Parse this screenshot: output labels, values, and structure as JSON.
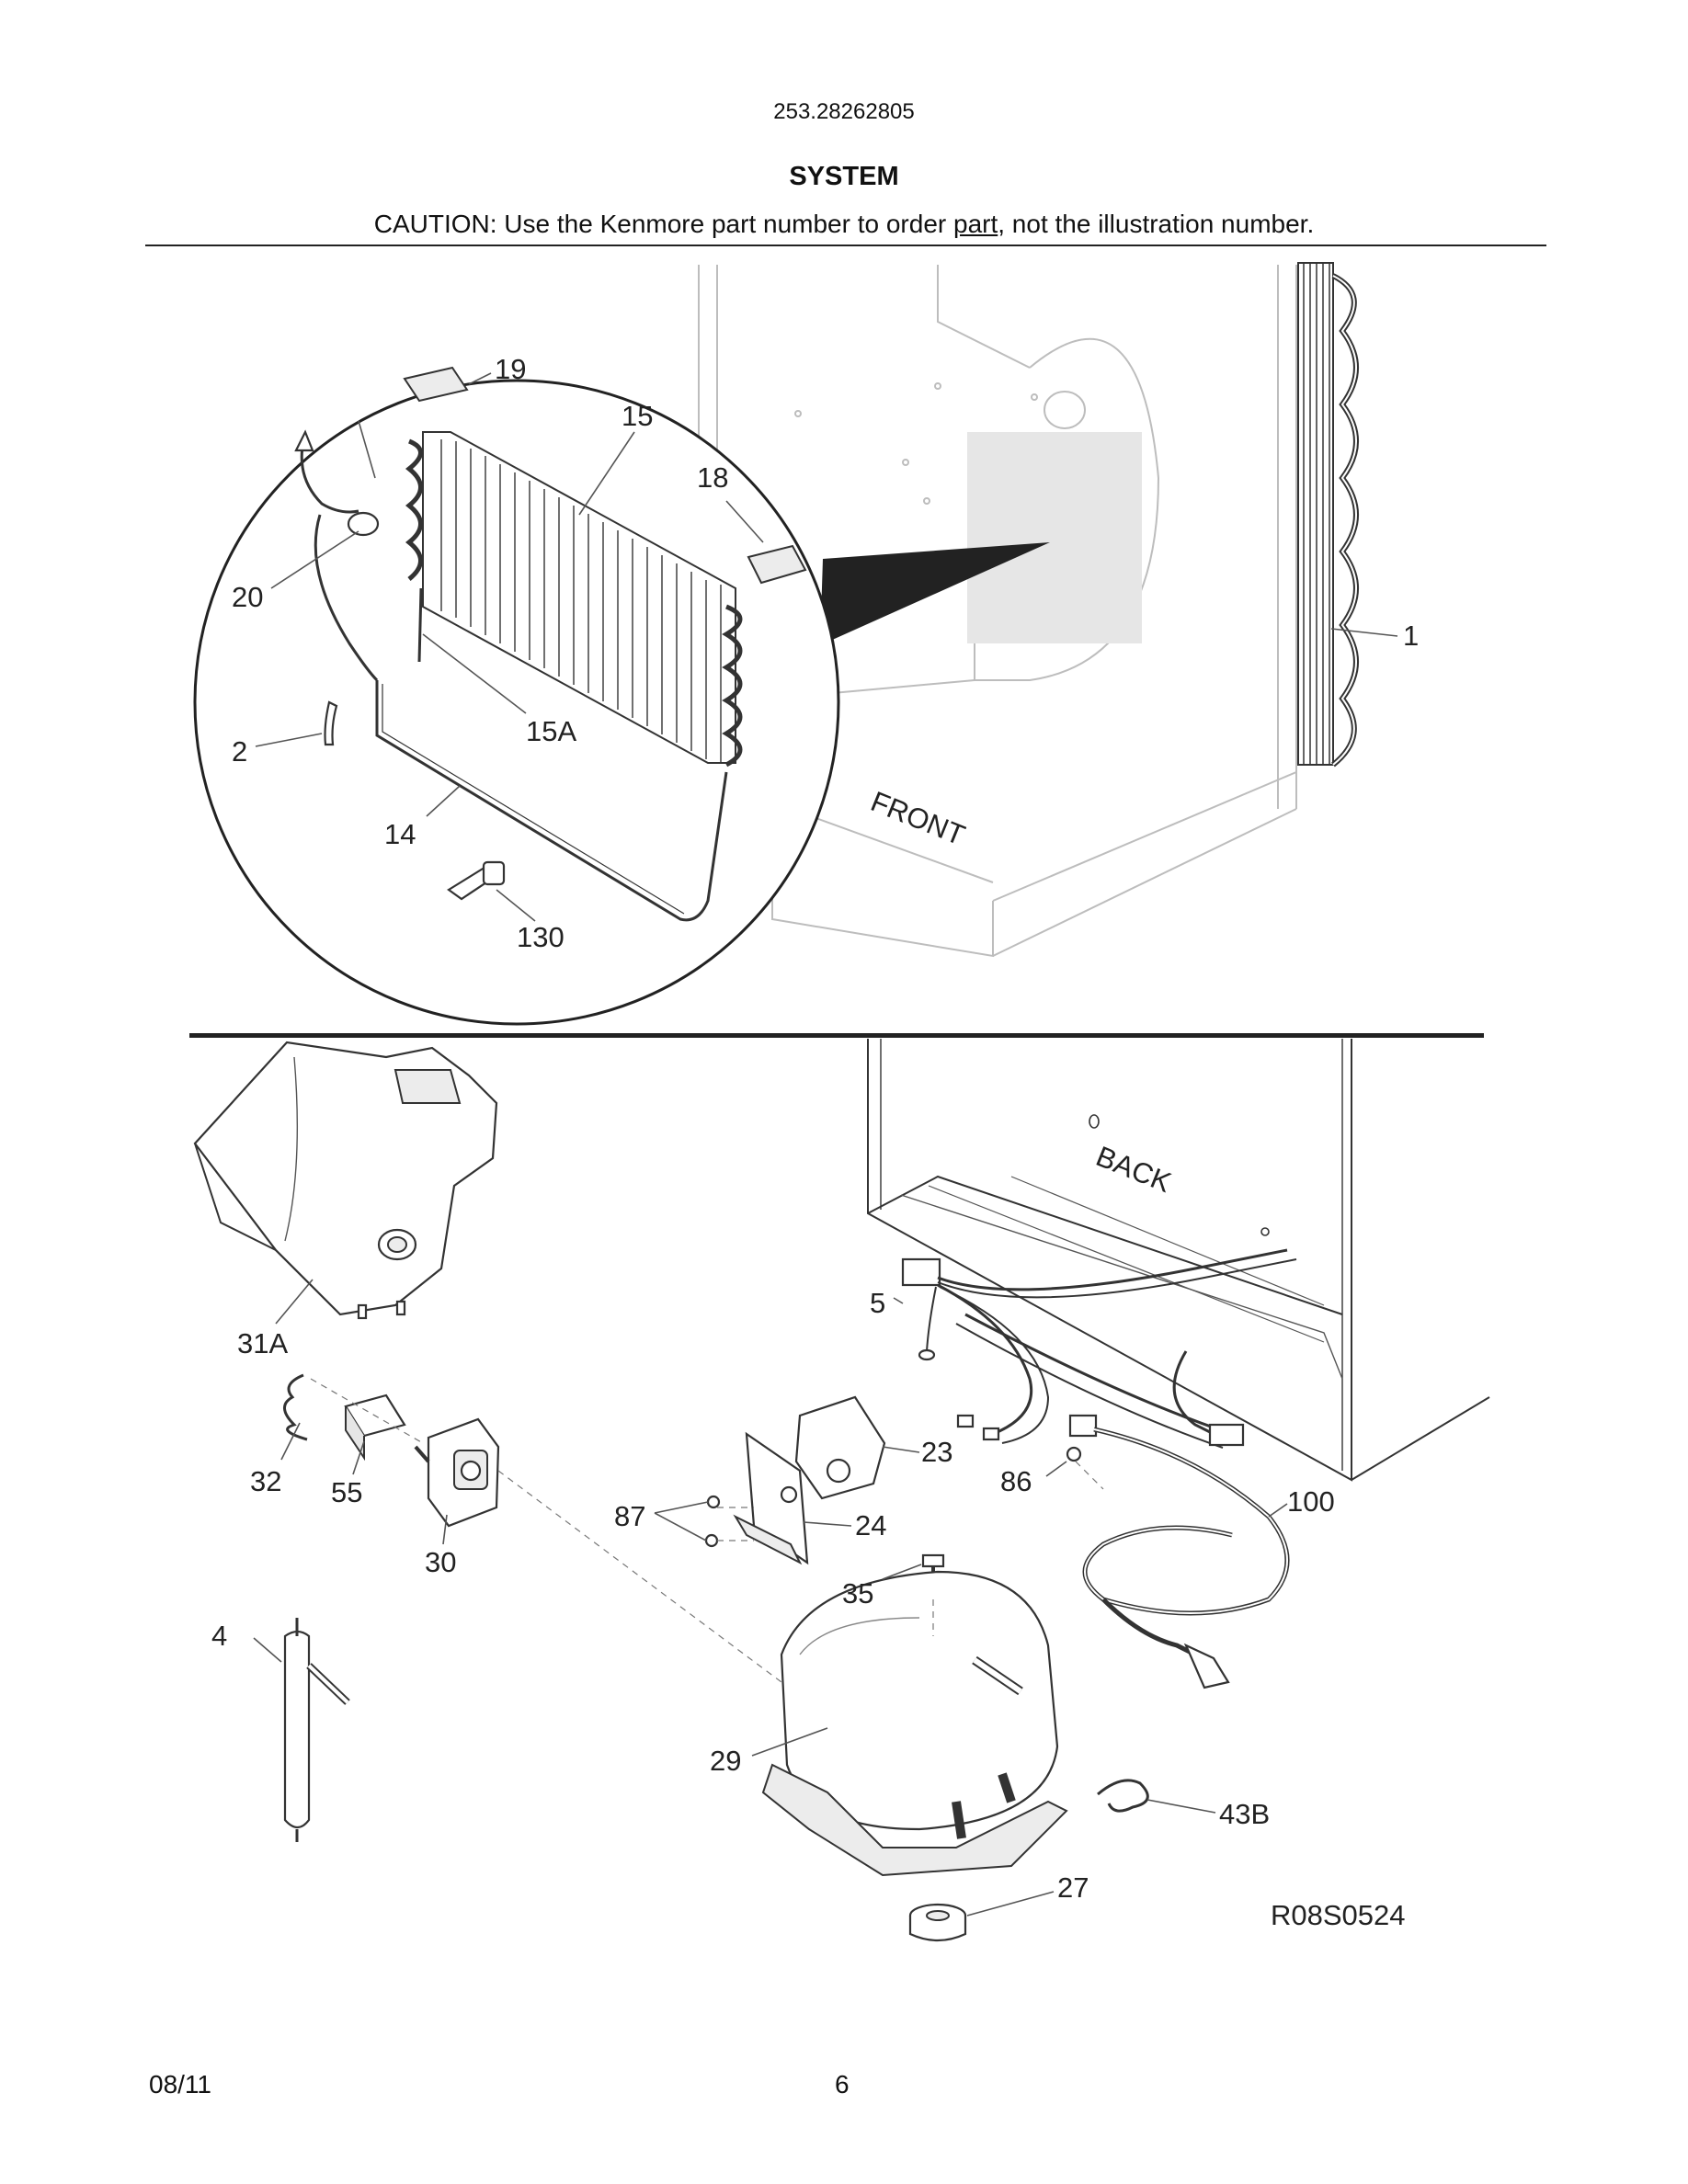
{
  "header": {
    "model_number": "253.28262805",
    "section_title": "SYSTEM",
    "caution_before": "CAUTION: Use the Kenmore part number to order ",
    "caution_underlined": "part",
    "caution_after": ", not the illustration number."
  },
  "diagram_id": "R08S0524",
  "labels": {
    "l1": "1",
    "l2": "2",
    "l4": "4",
    "l5": "5",
    "l14": "14",
    "l15": "15",
    "l15a": "15A",
    "l18": "18",
    "l19": "19",
    "l20": "20",
    "l23": "23",
    "l24": "24",
    "l27": "27",
    "l29": "29",
    "l30": "30",
    "l31a": "31A",
    "l32": "32",
    "l35": "35",
    "l43b": "43B",
    "l55": "55",
    "l86": "86",
    "l87": "87",
    "l100": "100",
    "l130": "130",
    "front": "FRONT",
    "back": "BACK"
  },
  "footer": {
    "date": "08/11",
    "page": "6"
  }
}
